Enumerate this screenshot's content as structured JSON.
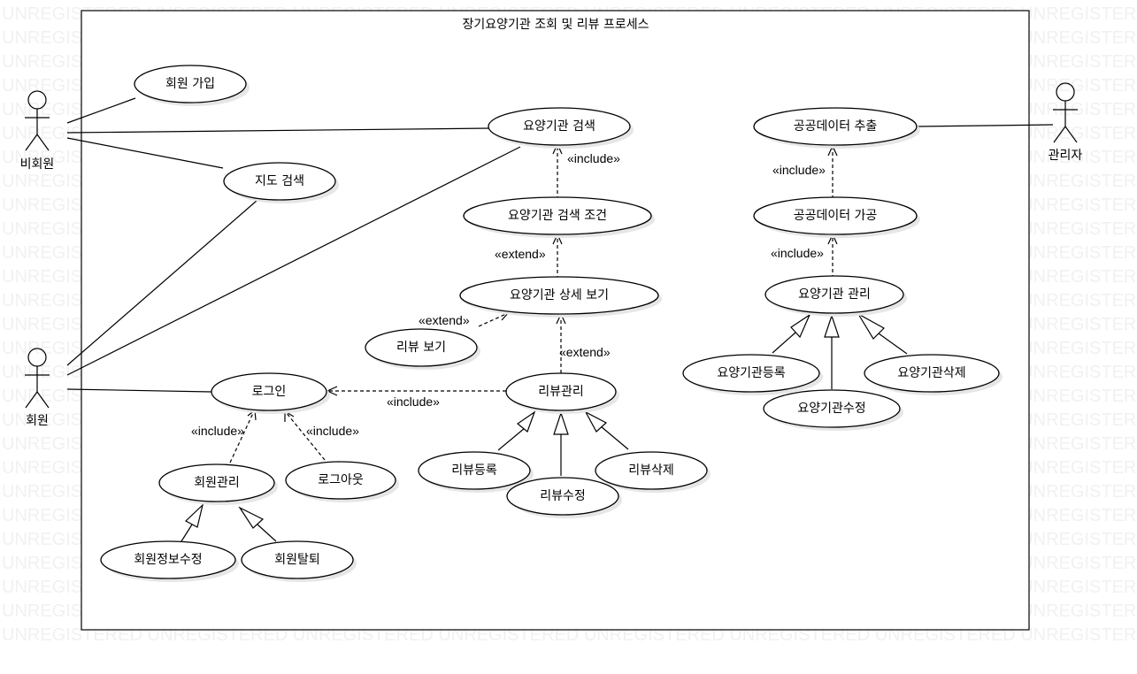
{
  "watermark": "UNREGISTERED",
  "system_title": "장기요양기관 조회 및 리뷰 프로세스",
  "actors": {
    "guest": "비회원",
    "member": "회원",
    "admin": "관리자"
  },
  "use_cases": {
    "signup": "회원 가입",
    "map_search": "지도 검색",
    "facility_search": "요양기관 검색",
    "search_condition": "요양기관 검색 조건",
    "facility_detail": "요양기관  상세 보기",
    "review_view": "리뷰 보기",
    "login": "로그인",
    "review_manage": "리뷰관리",
    "review_register": "리뷰등록",
    "review_edit": "리뷰수정",
    "review_delete": "리뷰삭제",
    "member_manage": "회원관리",
    "logout": "로그아웃",
    "member_info_edit": "회원정보수정",
    "member_withdraw": "회원탈퇴",
    "public_extract": "공공데이터 추출",
    "public_process": "공공데이터 가공",
    "facility_manage": "요양기관 관리",
    "facility_register": "요양기관등록",
    "facility_edit": "요양기관수정",
    "facility_delete": "요양기관삭제"
  },
  "stereotypes": {
    "include": "«include»",
    "extend": "«extend»"
  }
}
